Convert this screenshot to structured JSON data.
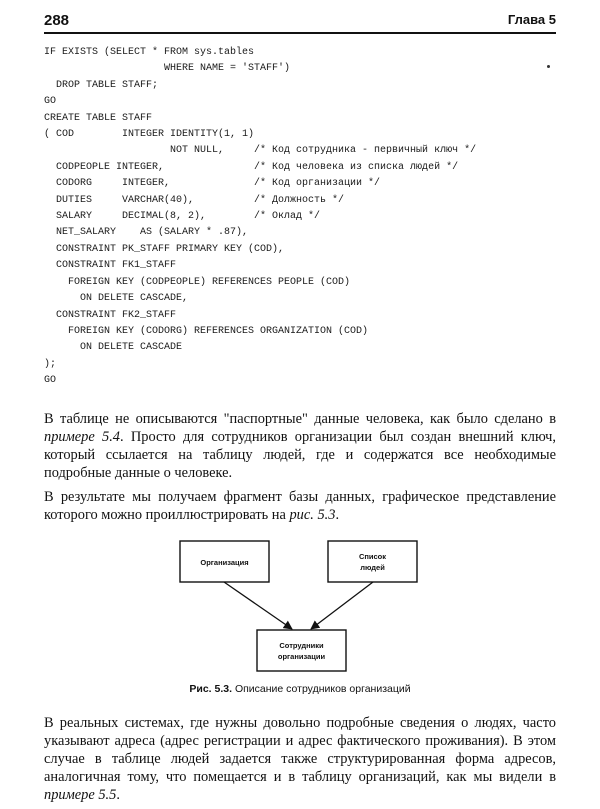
{
  "header": {
    "page_number": "288",
    "chapter": "Глава 5"
  },
  "code_lines": [
    "IF EXISTS (SELECT * FROM sys.tables",
    "                    WHERE NAME = 'STAFF')",
    "  DROP TABLE STAFF;",
    "GO",
    "CREATE TABLE STAFF",
    "( COD        INTEGER IDENTITY(1, 1)",
    "                     NOT NULL,     /* Код сотрудника - первичный ключ */",
    "  CODPEOPLE INTEGER,               /* Код человека из списка людей */",
    "  CODORG     INTEGER,              /* Код организации */",
    "  DUTIES     VARCHAR(40),          /* Должность */",
    "  SALARY     DECIMAL(8, 2),        /* Оклад */",
    "  NET_SALARY    AS (SALARY * .87),",
    "  CONSTRAINT PK_STAFF PRIMARY KEY (COD),",
    "  CONSTRAINT FK1_STAFF",
    "    FOREIGN KEY (CODPEOPLE) REFERENCES PEOPLE (COD)",
    "      ON DELETE CASCADE,",
    "  CONSTRAINT FK2_STAFF",
    "    FOREIGN KEY (CODORG) REFERENCES ORGANIZATION (COD)",
    "      ON DELETE CASCADE",
    ");",
    "GO"
  ],
  "para1": {
    "a": "В таблице не описываются \"паспортные\" данные человека, как было сделано в ",
    "ref": "примере 5.4",
    "b": ". Просто для сотрудников организации был создан внешний ключ, который ссылается на таблицу людей, где и содержатся все необходимые подробные данные о человеке."
  },
  "para2": {
    "a": "В результате мы получаем фрагмент базы данных, графическое представление которого можно проиллюстрировать на ",
    "ref": "рис. 5.3",
    "b": "."
  },
  "diagram": {
    "box_org": "Организация",
    "box_people_1": "Список",
    "box_people_2": "людей",
    "box_staff_1": "Сотрудники",
    "box_staff_2": "организации"
  },
  "caption": {
    "number": "Рис. 5.3.",
    "text": " Описание сотрудников организаций"
  },
  "para3": {
    "a": "В реальных системах, где нужны довольно подробные сведения о людях, часто указывают адреса (адрес регистрации и адрес фактического проживания). В этом случае в таблице людей задается также структурированная форма адресов, аналогичная тому, что помещается и в таблицу организаций, как мы видели в ",
    "ref": "примере 5.5",
    "b": "."
  }
}
